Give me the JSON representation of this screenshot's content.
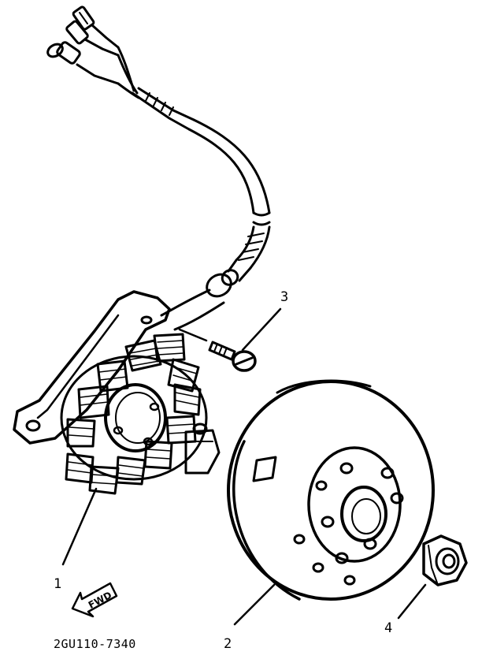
{
  "diagram": {
    "callouts": [
      {
        "id": "1"
      },
      {
        "id": "2"
      },
      {
        "id": "3"
      },
      {
        "id": "4"
      }
    ],
    "direction_arrow": "FWD",
    "drawing_code": "2GU110-7340"
  }
}
